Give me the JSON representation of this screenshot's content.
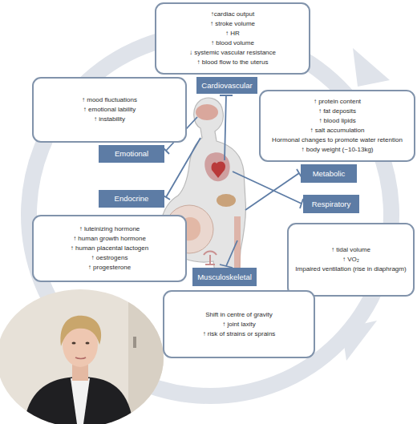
{
  "diagram": {
    "nodes": [
      {
        "text": [
          "↑cardiac output",
          "↑ stroke volume",
          "↑ HR",
          "↑ blood volume",
          "↓ systemic vascular resistance",
          "↑ blood flow to the uterus"
        ]
      },
      {
        "text": [
          "Cardiovascular"
        ]
      },
      {
        "text": [
          "↑ mood fluctuations",
          "↑ emotional lability",
          "↑ instability"
        ]
      },
      {
        "text": [
          "↑ protein content",
          "↑ fat deposits",
          "↑ blood lipids",
          "↑ salt accumulation",
          "Hormonal changes to promote water retention",
          "↑ body weight (~10-13kg)"
        ]
      },
      {
        "text": [
          "Emotional"
        ]
      },
      {
        "text": [
          "Metabolic"
        ]
      },
      {
        "text": [
          "Endocrine"
        ]
      },
      {
        "text": [
          "Respiratory"
        ]
      },
      {
        "text": [
          "↑ luteinizing hormone",
          "↑ human growth hormone",
          "↑ human placental lactogen",
          "↑ oestrogens",
          "↑ progesterone"
        ]
      },
      {
        "text": [
          "↑ tidal volume",
          "↑ VO₂",
          "Impaired ventilation (rise in diaphragm)"
        ]
      },
      {
        "text": [
          "Musculoskeletal"
        ]
      },
      {
        "text": [
          "Shift in centre of gravity",
          "↑ joint laxity",
          "↑ risk of strains or sprains"
        ]
      }
    ]
  }
}
